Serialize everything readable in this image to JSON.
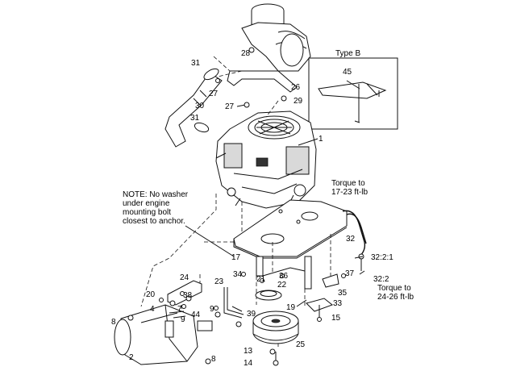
{
  "inset": {
    "title": "Type B",
    "part": "45"
  },
  "note": {
    "lines": [
      "NOTE: No washer",
      "under engine",
      "mounting bolt",
      "closest to anchor."
    ]
  },
  "torque_upper": {
    "lines": [
      "Torque to",
      "17-23 ft-lb"
    ]
  },
  "torque_lower": {
    "lines": [
      "Torque to",
      "24-26 ft-lb"
    ]
  },
  "callouts": {
    "c1": "1",
    "c2": "2",
    "c4": "4",
    "c7": "7",
    "c8a": "8",
    "c8b": "8",
    "c9a": "9",
    "c9b": "9",
    "c13": "13",
    "c14": "14",
    "c15": "15",
    "c17": "17",
    "c19": "19",
    "c20": "20",
    "c21": "21",
    "c22": "22",
    "c23": "23",
    "c24": "24",
    "c25": "25",
    "c26": "26",
    "c27a": "27",
    "c27b": "27",
    "c28": "28",
    "c29": "29",
    "c30": "30",
    "c31a": "31",
    "c31b": "31",
    "c32": "32",
    "c32_2": "32:2",
    "c32_2_1": "32:2:1",
    "c33": "33",
    "c34": "34",
    "c35": "35",
    "c36": "36",
    "c37": "37",
    "c38": "38",
    "c39": "39",
    "c44": "44"
  }
}
